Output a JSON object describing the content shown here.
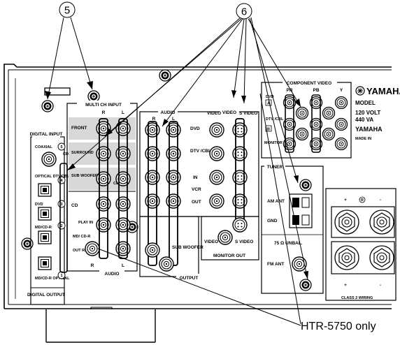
{
  "callouts": {
    "left": "5",
    "right": "6"
  },
  "note": "HTR-5750 only",
  "sections": {
    "multi_ch": "MULTI CH INPUT",
    "audio_top": "AUDIO",
    "video_top": "VIDEO",
    "component": "COMPONENT VIDEO",
    "tuner": "TUNER",
    "monitor_out": "MONITOR OUT",
    "output": "OUTPUT",
    "audio_bottom": "AUDIO",
    "digital_input": "DIGITAL INPUT",
    "digital_output": "DIGITAL OUTPUT"
  },
  "labels": {
    "R": "R",
    "L": "L",
    "front": "FRONT",
    "surround": "SURROUND",
    "sub_woofer": "SUB WOOFER",
    "center": "CENTER",
    "cd": "CD",
    "md_cdr_in": "MD/ CD-R",
    "play_in": "PLAY IN",
    "out_rec": "OUT REC",
    "dvd": "DVD",
    "dtv_cbl": "DTV /CBL",
    "in": "IN",
    "vcr": "VCR",
    "out": "OUT",
    "video": "VIDEO",
    "s_video": "S VIDEO",
    "sub_woofer_out": "SUB WOOFER",
    "coaxial": "COAXIAL",
    "cd_small": "CD",
    "optical_dtv": "OPTICAL DTV/CBL",
    "dvd_opt": "DVD",
    "md_cdr": "MD/CD-R",
    "md_cdr_optical": "MD/CD-R OPTICAL",
    "num_5": "5",
    "num_4": "4",
    "num_3": "3",
    "num_2": "2",
    "num_1": "1",
    "pr": "PR",
    "pb": "PB",
    "y": "Y",
    "dvd_comp": "DVD",
    "dtv_comp": "DTV /CBL",
    "comp_a": "A",
    "comp_b": "B",
    "monitor_comp": "MONITOR OUT",
    "am_ant": "AM ANT",
    "gnd": "GND",
    "unbal": "75 Ω UNBAL.",
    "fm_ant": "FM ANT",
    "yamaha": "YAMAHA",
    "model": "MODEL",
    "volt": "120 VOLT",
    "va": "440 VA",
    "yamaha2": "YAMAHA",
    "made_in": "MADE IN",
    "class2": "CLASS 2 WIRING",
    "plus": "+",
    "minus": "-"
  }
}
